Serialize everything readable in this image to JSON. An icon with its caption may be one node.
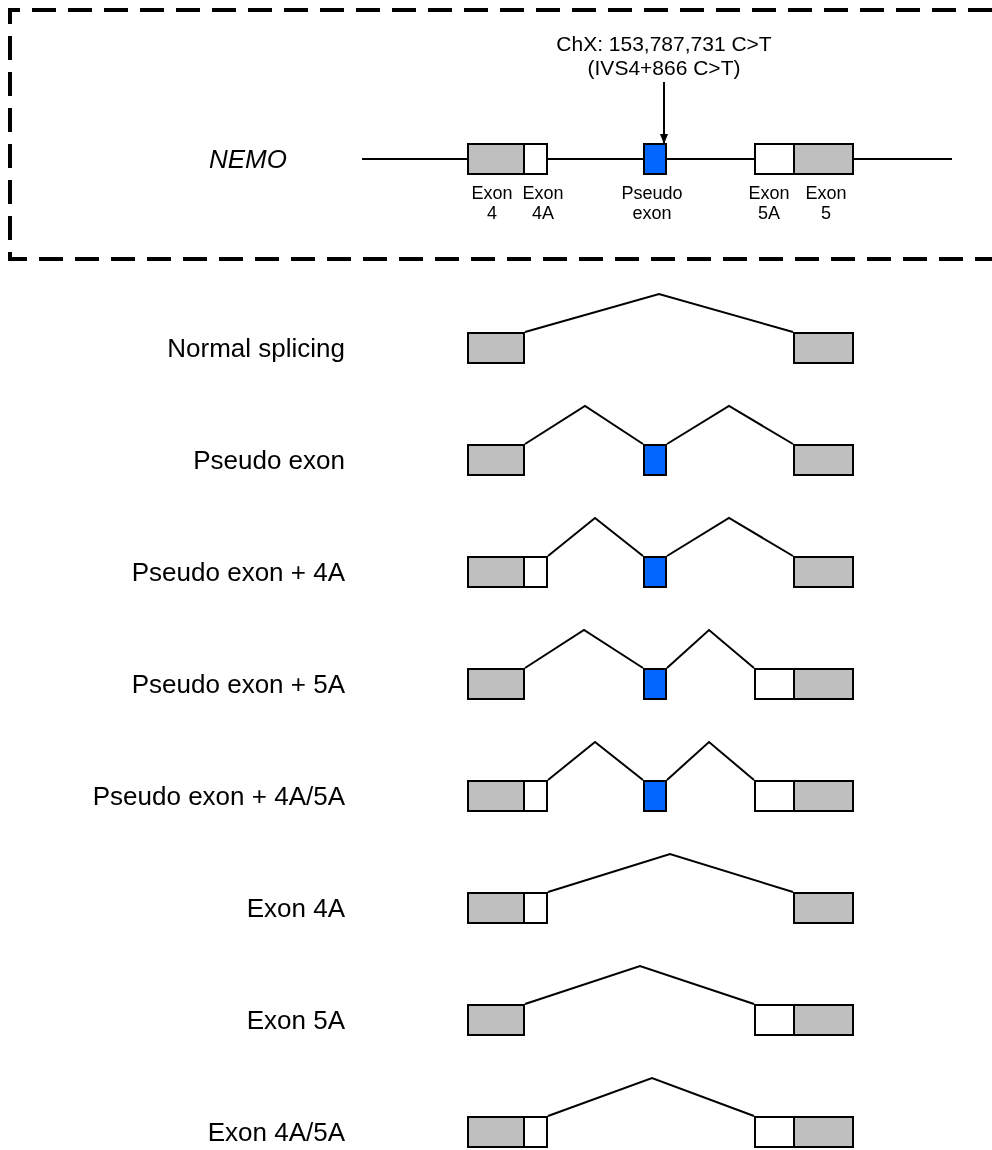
{
  "diagram": {
    "nodes": [
      {
        "text": [],
        "shape": "box"
      },
      {
        "text": [
          "ChX: 153,787,731 C>T",
          "(IVS4+866 C>T)"
        ],
        "in": 0
      },
      {
        "text": [],
        "shape": "box",
        "in": 0,
        "beside": [
          "Exon 4"
        ]
      },
      {
        "text": [],
        "shape": "box",
        "in": 0,
        "beside": [
          "Exon 4A"
        ]
      },
      {
        "text": [],
        "shape": "box",
        "in": 0,
        "beside": [
          "Pseudo exon"
        ]
      },
      {
        "text": [],
        "shape": "box",
        "in": 0,
        "beside": [
          "Exon 5A"
        ]
      },
      {
        "text": [],
        "shape": "box",
        "in": 0,
        "beside": [
          "Exon 5"
        ]
      },
      {
        "text": [],
        "shape": "box"
      },
      {
        "text": [],
        "shape": "box"
      },
      {
        "text": [],
        "shape": "box"
      },
      {
        "text": [],
        "shape": "box"
      },
      {
        "text": [],
        "shape": "box"
      },
      {
        "text": [],
        "shape": "box"
      },
      {
        "text": [],
        "shape": "box"
      },
      {
        "text": [],
        "shape": "box"
      },
      {
        "text": [],
        "shape": "box"
      },
      {
        "text": [],
        "shape": "box"
      },
      {
        "text": [],
        "shape": "box"
      },
      {
        "text": [],
        "shape": "box"
      },
      {
        "text": [],
        "shape": "box"
      },
      {
        "text": [],
        "shape": "box"
      },
      {
        "text": [],
        "shape": "box"
      },
      {
        "text": [],
        "shape": "box"
      },
      {
        "text": [],
        "shape": "box"
      },
      {
        "text": [],
        "shape": "box"
      },
      {
        "text": [],
        "shape": "box"
      },
      {
        "text": [],
        "shape": "box"
      },
      {
        "text": [],
        "shape": "box"
      },
      {
        "text": [],
        "shape": "box"
      },
      {
        "text": [],
        "shape": "box"
      },
      {
        "text": [],
        "shape": "box"
      },
      {
        "text": [],
        "shape": "box"
      },
      {
        "text": [],
        "shape": "box"
      },
      {
        "text": [],
        "shape": "box"
      },
      {
        "text": [],
        "shape": "box"
      }
    ],
    "edges": [
      {
        "from": null,
        "to": 2,
        "arrow": "none"
      },
      {
        "from": 3,
        "to": 4,
        "arrow": "none"
      },
      {
        "from": 4,
        "to": 5,
        "arrow": "none"
      },
      {
        "from": 6,
        "to": null,
        "arrow": "none"
      },
      {
        "from": 1,
        "to": 4,
        "arrow": "to"
      },
      {
        "from": 7,
        "to": 8,
        "arrow": "none"
      },
      {
        "from": 9,
        "to": 10,
        "arrow": "none"
      },
      {
        "from": 10,
        "to": 11,
        "arrow": "none"
      },
      {
        "from": 13,
        "to": 14,
        "arrow": "none"
      },
      {
        "from": 14,
        "to": 15,
        "arrow": "none"
      },
      {
        "from": 16,
        "to": 17,
        "arrow": "none"
      },
      {
        "from": 17,
        "to": 18,
        "arrow": "none"
      },
      {
        "from": 21,
        "to": 22,
        "arrow": "none"
      },
      {
        "from": 22,
        "to": 23,
        "arrow": "none"
      },
      {
        "from": 26,
        "to": 27,
        "arrow": "none"
      },
      {
        "from": 28,
        "to": 29,
        "arrow": "none"
      },
      {
        "from": 32,
        "to": 33,
        "arrow": "none"
      }
    ],
    "labels": [
      "NEMO",
      "Normal splicing",
      "Pseudo exon",
      "Pseudo exon + 4A",
      "Pseudo exon + 5A",
      "Pseudo exon + 4A/5A",
      "Exon 4A",
      "Exon 5A",
      "Exon 4A/5A"
    ]
  }
}
